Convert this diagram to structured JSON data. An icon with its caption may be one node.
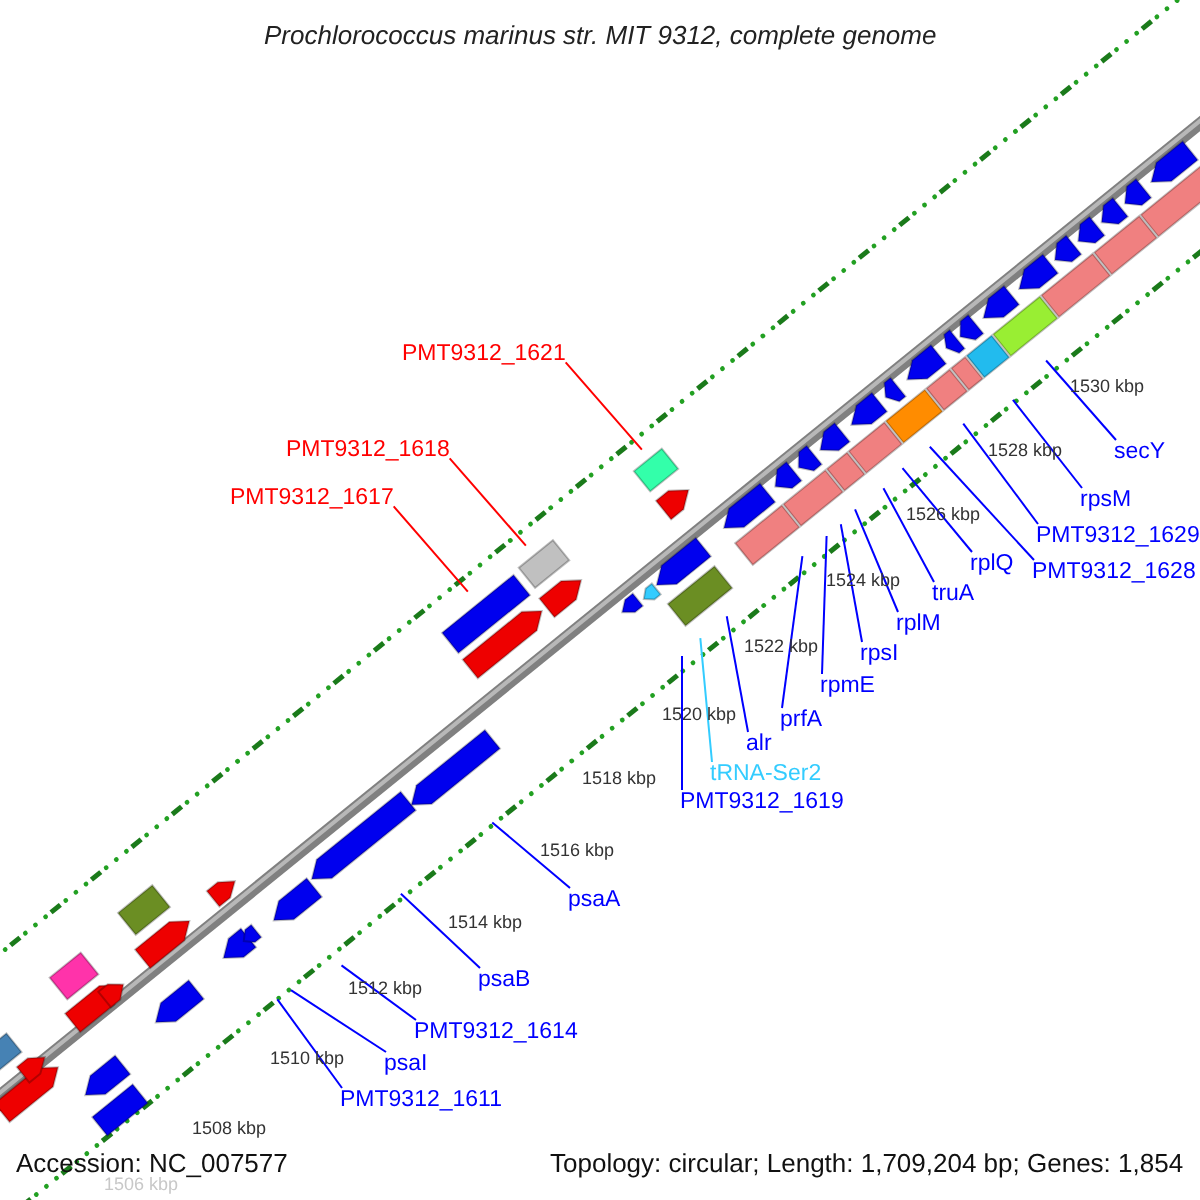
{
  "diagram": {
    "title": "Prochlorococcus marinus str. MIT 9312, complete genome",
    "nodes": [
      {
        "text": [
          "PMT9312_1621"
        ]
      },
      {
        "text": [
          "PMT9312_1618"
        ]
      },
      {
        "text": [
          "PMT9312_1617"
        ]
      },
      {
        "text": [
          "secY"
        ]
      },
      {
        "text": [
          "PMT9312_1629"
        ]
      },
      {
        "text": [
          "PMT9312_1628"
        ]
      },
      {
        "text": [
          "rpsM"
        ]
      },
      {
        "text": [
          "rplQ"
        ]
      },
      {
        "text": [
          "truA"
        ]
      },
      {
        "text": [
          "rplM"
        ]
      },
      {
        "text": [
          "rpsI"
        ]
      },
      {
        "text": [
          "rpmE"
        ]
      },
      {
        "text": [
          "prfA"
        ]
      },
      {
        "text": [
          "alr"
        ]
      },
      {
        "text": [
          "tRNA-Ser2"
        ]
      },
      {
        "text": [
          "PMT9312_1619"
        ]
      },
      {
        "text": [
          "psaA"
        ]
      },
      {
        "text": [
          "psaB"
        ]
      },
      {
        "text": [
          "PMT9312_1614"
        ]
      },
      {
        "text": [
          "psaI"
        ]
      },
      {
        "text": [
          "PMT9312_1611"
        ]
      }
    ],
    "edges": [
      {
        "from": 0,
        "to": null,
        "arrow": "none",
        "color": "#ff0000"
      },
      {
        "from": 1,
        "to": null,
        "arrow": "none",
        "color": "#ff0000"
      },
      {
        "from": 2,
        "to": null,
        "arrow": "none",
        "color": "#ff0000"
      },
      {
        "from": 3,
        "to": null,
        "arrow": "none"
      },
      {
        "from": 4,
        "to": null,
        "arrow": "none"
      },
      {
        "from": 5,
        "to": null,
        "arrow": "none"
      },
      {
        "from": 6,
        "to": null,
        "arrow": "none"
      },
      {
        "from": 7,
        "to": null,
        "arrow": "none"
      },
      {
        "from": 8,
        "to": null,
        "arrow": "none"
      },
      {
        "from": 9,
        "to": null,
        "arrow": "none"
      },
      {
        "from": 10,
        "to": null,
        "arrow": "none"
      },
      {
        "from": 11,
        "to": null,
        "arrow": "none"
      },
      {
        "from": 12,
        "to": null,
        "arrow": "none"
      },
      {
        "from": 13,
        "to": null,
        "arrow": "none"
      },
      {
        "from": 14,
        "to": null,
        "arrow": "none",
        "color": "#33ccff"
      },
      {
        "from": 15,
        "to": null,
        "arrow": "none"
      },
      {
        "from": 16,
        "to": null,
        "arrow": "none"
      },
      {
        "from": 17,
        "to": null,
        "arrow": "none"
      },
      {
        "from": 18,
        "to": null,
        "arrow": "none"
      },
      {
        "from": 19,
        "to": null,
        "arrow": "none"
      },
      {
        "from": 20,
        "to": null,
        "arrow": "none"
      }
    ],
    "labels": [
      "1530 kbp",
      "1528 kbp",
      "1526 kbp",
      "1524 kbp",
      "1522 kbp",
      "1520 kbp",
      "1518 kbp",
      "1516 kbp",
      "1514 kbp",
      "1512 kbp",
      "1510 kbp",
      "1508 kbp",
      "Accession: NC_007577",
      "Topology: circular; Length: 1,709,204 bp; Genes: 1,854",
      "1506 kbp"
    ]
  }
}
